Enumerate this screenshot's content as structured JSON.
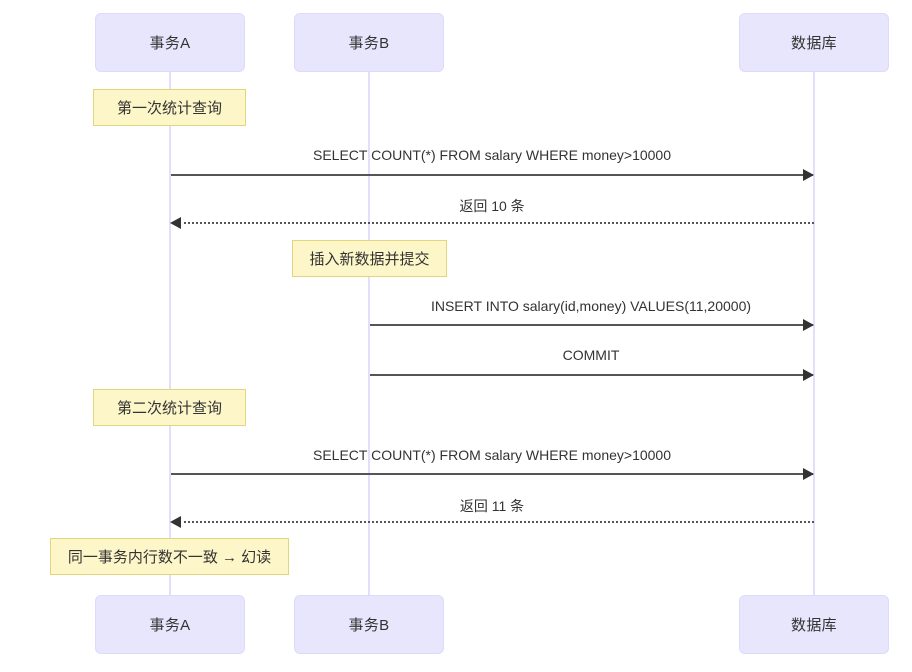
{
  "diagram": {
    "type": "sequence-diagram",
    "title": "",
    "background_color": "#ffffff",
    "participant_fill": "#E8E6FC",
    "participant_border": "#DEDAFB",
    "note_fill": "#FDF6C8",
    "note_border": "#E2D67C",
    "line_color": "#555555",
    "text_color": "#333333"
  },
  "participants": [
    {
      "id": "a",
      "label": "事务A"
    },
    {
      "id": "b",
      "label": "事务B"
    },
    {
      "id": "db",
      "label": "数据库"
    }
  ],
  "participants_bottom": [
    {
      "id": "a",
      "label": "事务A"
    },
    {
      "id": "b",
      "label": "事务B"
    },
    {
      "id": "db",
      "label": "数据库"
    }
  ],
  "notes": [
    {
      "id": "note1",
      "text": "第一次统计查询",
      "over": "a"
    },
    {
      "id": "note2",
      "text": "插入新数据并提交",
      "over": "b"
    },
    {
      "id": "note3",
      "text": "第二次统计查询",
      "over": "a"
    },
    {
      "id": "note4",
      "text": "同一事务内行数不一致 → 幻读",
      "over": "a"
    }
  ],
  "messages": [
    {
      "id": "m1",
      "from": "a",
      "to": "db",
      "label": "SELECT COUNT(*) FROM salary WHERE money>10000",
      "style": "solid",
      "direction": "right"
    },
    {
      "id": "m2",
      "from": "db",
      "to": "a",
      "label": "返回 10 条",
      "style": "dotted",
      "direction": "left"
    },
    {
      "id": "m3",
      "from": "b",
      "to": "db",
      "label": "INSERT INTO salary(id,money) VALUES(11,20000)",
      "style": "solid",
      "direction": "right"
    },
    {
      "id": "m4",
      "from": "b",
      "to": "db",
      "label": "COMMIT",
      "style": "solid",
      "direction": "right"
    },
    {
      "id": "m5",
      "from": "a",
      "to": "db",
      "label": "SELECT COUNT(*) FROM salary WHERE money>10000",
      "style": "solid",
      "direction": "right"
    },
    {
      "id": "m6",
      "from": "db",
      "to": "a",
      "label": "返回 11 条",
      "style": "dotted",
      "direction": "left"
    }
  ]
}
